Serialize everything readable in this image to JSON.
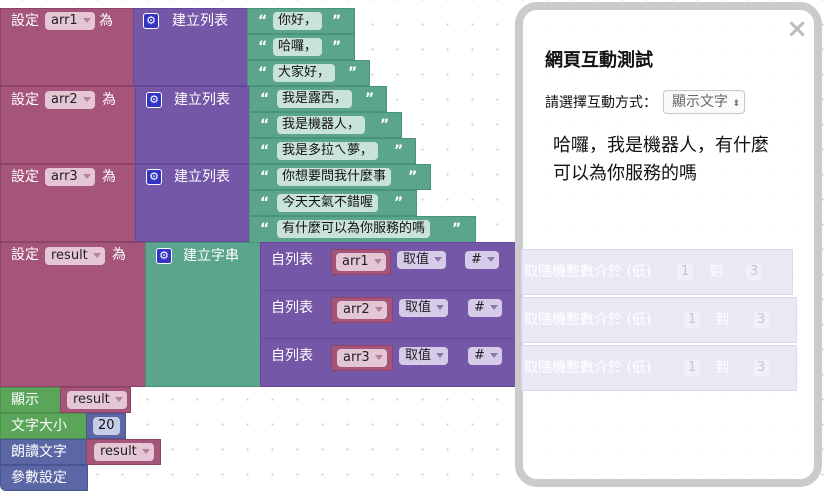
{
  "workspace": {
    "set_blocks": [
      {
        "set_label": "設定",
        "var": "arr1",
        "as_label": "為",
        "create_label": "建立列表",
        "items": [
          "你好，",
          "哈囉，",
          "大家好，"
        ]
      },
      {
        "set_label": "設定",
        "var": "arr2",
        "as_label": "為",
        "create_label": "建立列表",
        "items": [
          "我是露西，",
          "我是機器人，",
          "我是多拉ㄟ夢，"
        ]
      },
      {
        "set_label": "設定",
        "var": "arr3",
        "as_label": "為",
        "create_label": "建立列表",
        "items": [
          "你想要問我什麼事",
          "今天天氣不錯喔",
          "有什麼可以為你服務的嗎"
        ]
      }
    ],
    "result_block": {
      "set_label": "設定",
      "var": "result",
      "as_label": "為",
      "join_label": "建立字串",
      "rows": [
        {
          "from_label": "自列表",
          "list_var": "arr1",
          "get_label": "取值",
          "index_mode": "#",
          "rand_label": "取隨機整數介於 (低)",
          "low": "1",
          "to_label": "到",
          "high": "3"
        },
        {
          "from_label": "自列表",
          "list_var": "arr2",
          "get_label": "取值",
          "index_mode": "#",
          "rand_label": "取隨機整數介於 (低)",
          "low": "1",
          "to_label": "到",
          "high": "3"
        },
        {
          "from_label": "自列表",
          "list_var": "arr3",
          "get_label": "取值",
          "index_mode": "#",
          "rand_label": "取隨機整數介於 (低)",
          "low": "1",
          "to_label": "到",
          "high": "3"
        }
      ]
    },
    "show_block": {
      "label": "顯示",
      "var": "result"
    },
    "font_size_block": {
      "label": "文字大小",
      "value": "20"
    },
    "speak_block": {
      "label": "朗讀文字",
      "var": "result"
    },
    "param_block": {
      "label": "參數設定"
    }
  },
  "overlay": {
    "close_icon": "×",
    "title": "網頁互動測試",
    "select_label": "請選擇互動方式：",
    "select_value": "顯示文字",
    "output_text": "哈囉，我是機器人，有什麼可以為你服務的嗎"
  },
  "colors": {
    "variables": "#a5547a",
    "lists": "#7557a8",
    "text": "#5ba58c",
    "display": "#5ba55b",
    "speech": "#5b67a5",
    "overlay_border": "#cbcbcb"
  }
}
